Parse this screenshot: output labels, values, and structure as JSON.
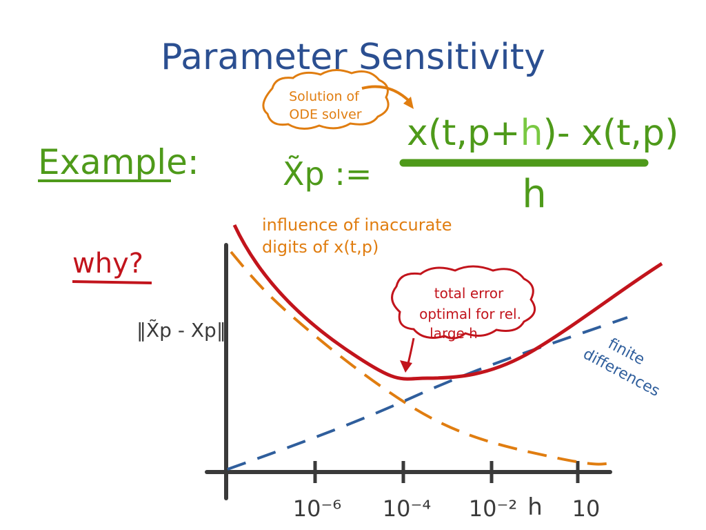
{
  "title": "Parameter Sensitivity",
  "note_solution": [
    "Solution of",
    "ODE solver"
  ],
  "example_label": "Example:",
  "definition": {
    "lhs": "X̃p :=",
    "numerator_part1": "x(t,p+",
    "numerator_h": "h",
    "numerator_part2": ")- x(t,p)",
    "denominator": "h"
  },
  "why_label": "why?",
  "influence_note": [
    "influence of  inaccurate",
    "digits  of    x(t,p)"
  ],
  "total_error_note": [
    "total  error",
    "optimal  for  rel.",
    "large  h"
  ],
  "finite_diff_note": [
    "finite",
    "differences"
  ],
  "y_axis_label": "‖X̃p - Xp‖",
  "x_axis_label": "h",
  "x_ticks": [
    "10⁻⁶",
    "10⁻⁴",
    "10⁻²",
    "10"
  ],
  "colors": {
    "title": "#2b4f91",
    "green": "#4e9a1a",
    "orange": "#e07d10",
    "red": "#c2141c",
    "blue": "#2f5e9c",
    "axis": "#3a3a3a"
  }
}
